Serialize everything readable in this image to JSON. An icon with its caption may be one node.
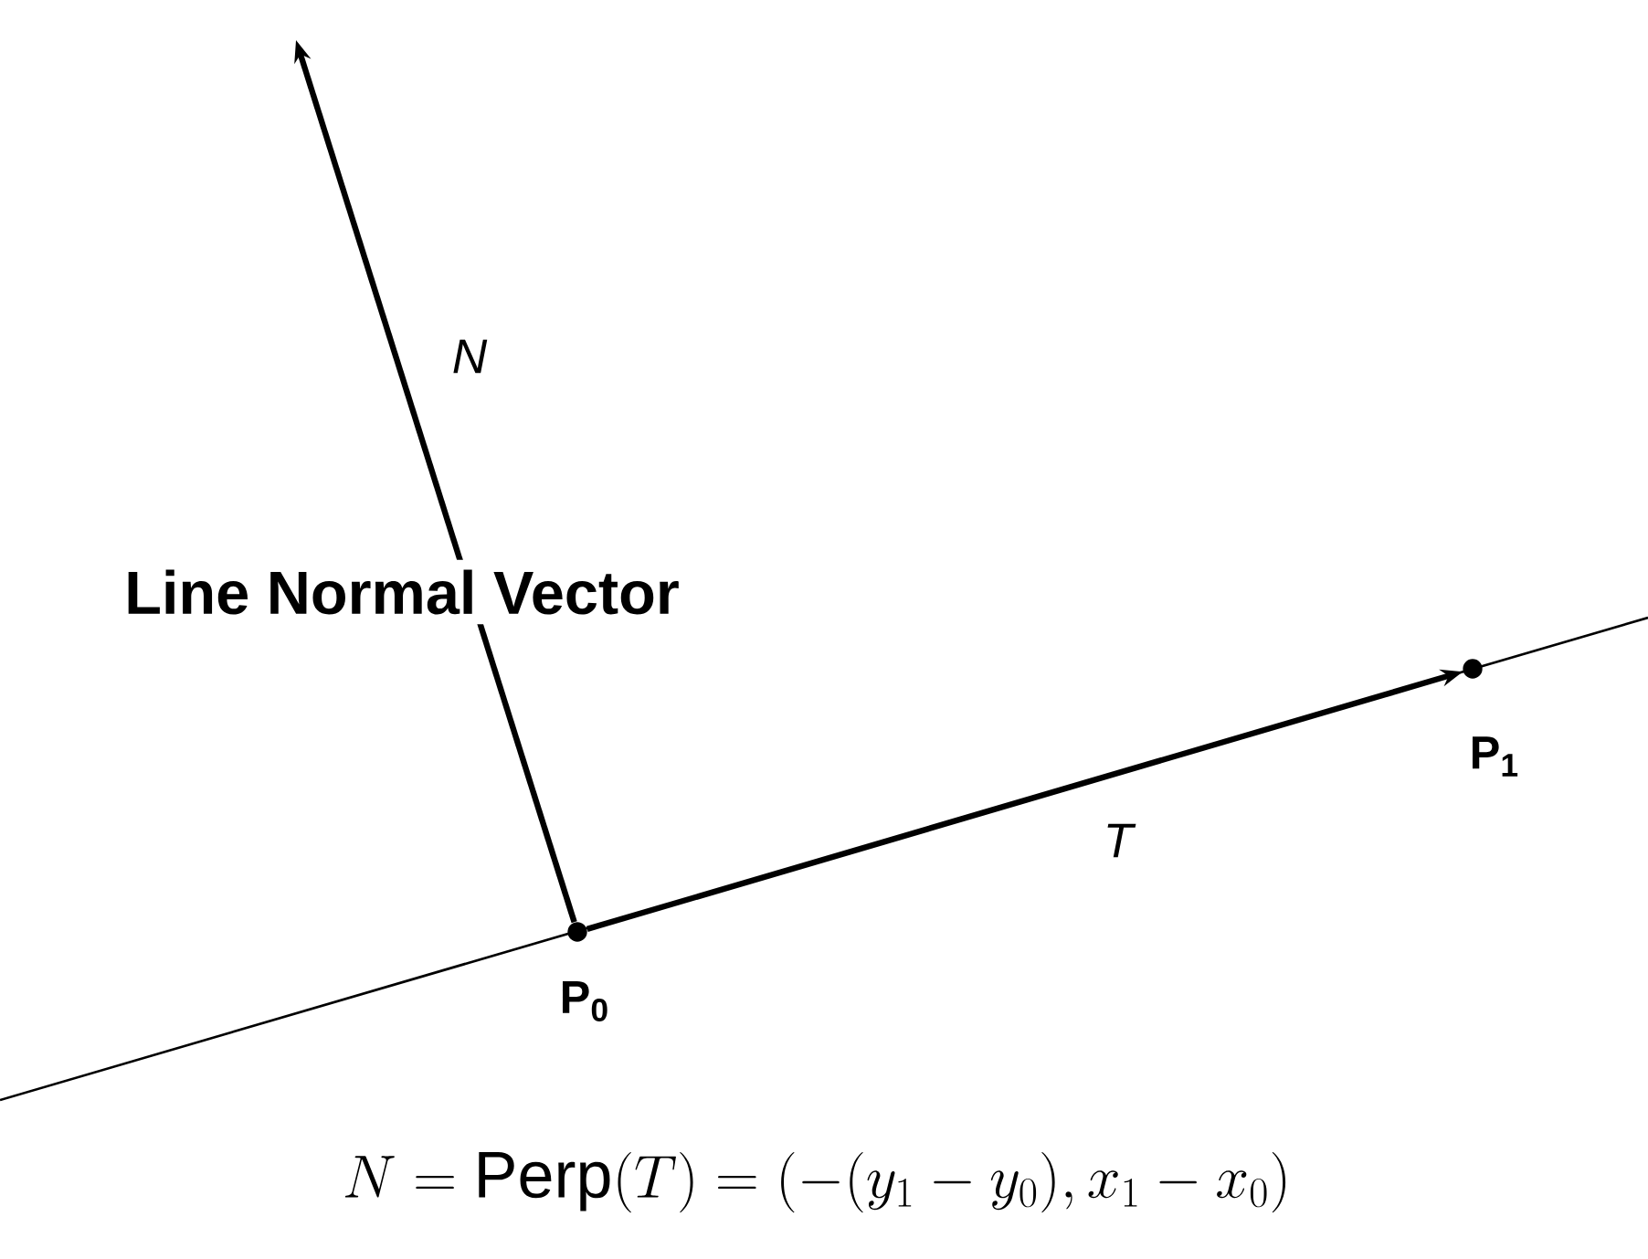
{
  "diagram": {
    "caption": "N = \\mathrm{Perp}(T) = (-(y_1 - y_0), x_1 - x_0)",
    "nodes": [
      {
        "text": [],
        "shape": "circle",
        "beside": [
          "P$_{0}$"
        ]
      },
      {
        "text": [],
        "shape": "circle",
        "beside": [
          "P$_{1}$"
        ]
      }
    ],
    "edges": [
      {
        "from": 0,
        "to": 1,
        "arrow": "to",
        "label": "T"
      },
      {
        "from": 0,
        "to": null,
        "arrow": "to",
        "label": "N"
      }
    ],
    "labels": [
      "Line Normal Vector"
    ]
  }
}
